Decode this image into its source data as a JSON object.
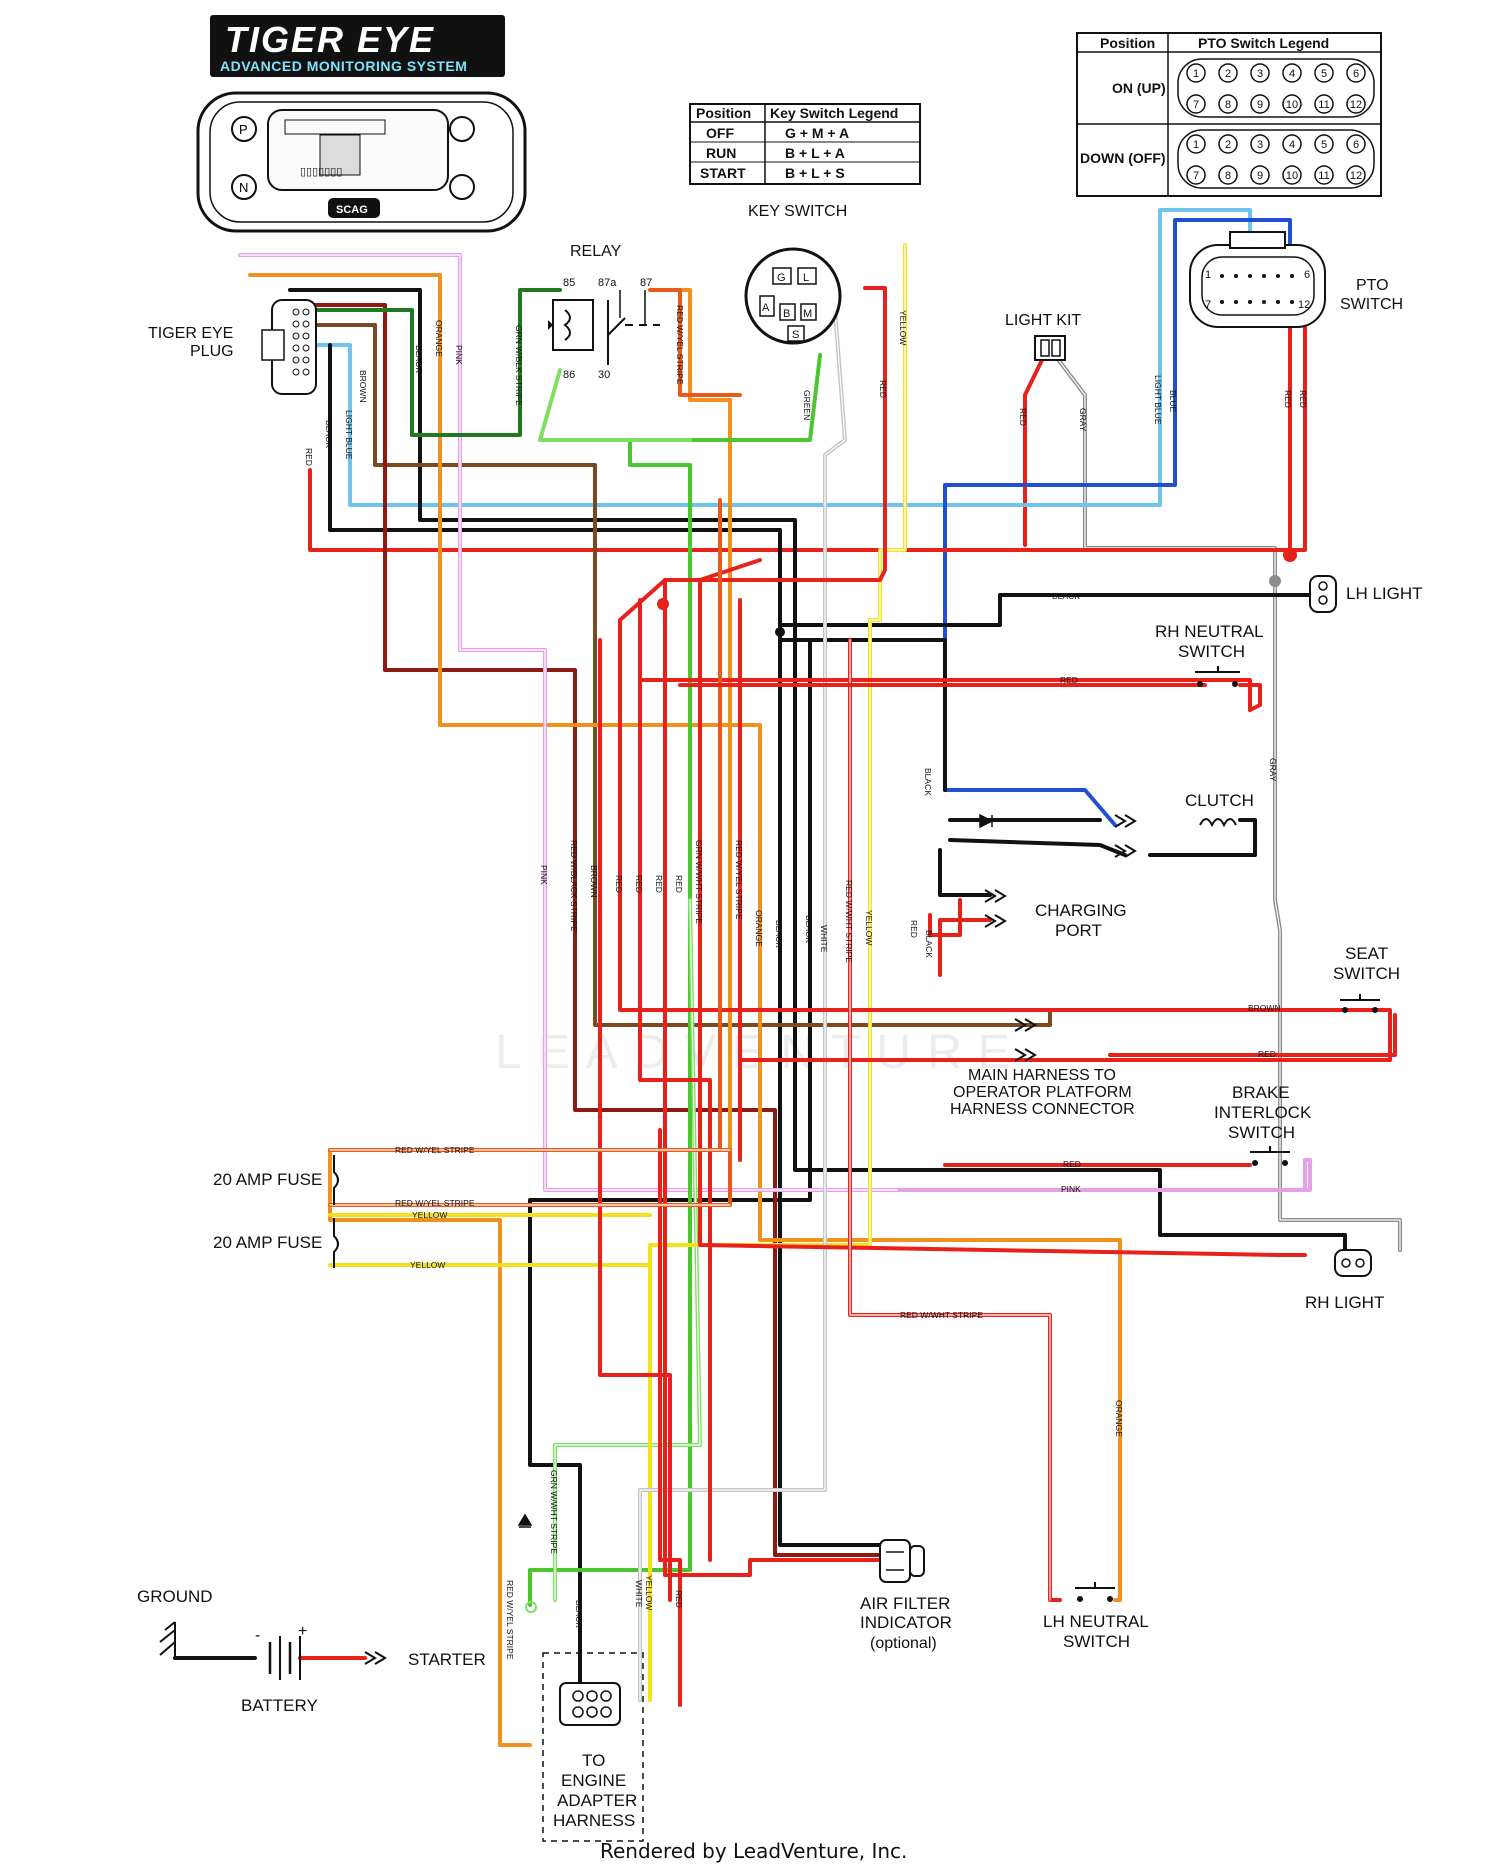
{
  "logo": {
    "title": "TIGER EYE",
    "subtitle": "ADVANCED MONITORING SYSTEM",
    "display_badge": "SCAG",
    "buttons": [
      "P",
      "N"
    ]
  },
  "key_switch_legend": {
    "headers": [
      "Position",
      "Key Switch Legend"
    ],
    "rows": [
      {
        "position": "OFF",
        "terminals": "G + M + A"
      },
      {
        "position": "RUN",
        "terminals": "B + L + A"
      },
      {
        "position": "START",
        "terminals": "B + L + S"
      }
    ]
  },
  "pto_switch_legend": {
    "headers": [
      "Position",
      "PTO Switch Legend"
    ],
    "rows": [
      {
        "position": "ON (UP)",
        "top_pins": [
          "1",
          "2",
          "3",
          "4",
          "5",
          "6"
        ],
        "bottom_pins": [
          "7",
          "8",
          "9",
          "10",
          "11",
          "12"
        ]
      },
      {
        "position": "DOWN (OFF)",
        "top_pins": [
          "1",
          "2",
          "3",
          "4",
          "5",
          "6"
        ],
        "bottom_pins": [
          "7",
          "8",
          "9",
          "10",
          "11",
          "12"
        ]
      }
    ]
  },
  "components": {
    "key_switch": "KEY SWITCH",
    "key_terminals": [
      "G",
      "L",
      "A",
      "B",
      "M",
      "S"
    ],
    "relay": "RELAY",
    "relay_pins": [
      "85",
      "87a",
      "87",
      "86",
      "30"
    ],
    "tiger_eye_plug": [
      "TIGER EYE",
      "PLUG"
    ],
    "light_kit": "LIGHT KIT",
    "pto_switch": [
      "PTO",
      "SWITCH"
    ],
    "pto_pins": [
      "1",
      "6",
      "7",
      "12"
    ],
    "lh_light": "LH LIGHT",
    "rh_neutral_switch": [
      "RH NEUTRAL",
      "SWITCH"
    ],
    "clutch": "CLUTCH",
    "charging_port": [
      "CHARGING",
      "PORT"
    ],
    "seat_switch": [
      "SEAT",
      "SWITCH"
    ],
    "main_harness": [
      "MAIN HARNESS TO",
      "OPERATOR PLATFORM",
      "HARNESS CONNECTOR"
    ],
    "brake_interlock_switch": [
      "BRAKE",
      "INTERLOCK",
      "SWITCH"
    ],
    "fuse_1": "20 AMP FUSE",
    "fuse_2": "20 AMP FUSE",
    "rh_light": "RH LIGHT",
    "ground": "GROUND",
    "battery": "BATTERY",
    "battery_terminals": [
      "-",
      "+"
    ],
    "starter": "STARTER",
    "air_filter": [
      "AIR FILTER",
      "INDICATOR",
      "(optional)"
    ],
    "lh_neutral_switch": [
      "LH NEUTRAL",
      "SWITCH"
    ],
    "engine_adapter": [
      "TO",
      "ENGINE",
      "ADAPTER",
      "HARNESS"
    ]
  },
  "wire_labels": {
    "black": "BLACK",
    "orange": "ORANGE",
    "pink": "PINK",
    "brown": "BROWN",
    "light_blue": "LIGHT BLUE",
    "red": "RED",
    "grn_blk": "GRN W/BLK STRIPE",
    "red_yel": "RED W/YEL STRIPE",
    "green": "GREEN",
    "yellow": "YELLOW",
    "gray": "GRAY",
    "blue": "BLUE",
    "red_blk": "RED W/BLACK STRIPE",
    "grn_wht": "GRN W/WHT STRIPE",
    "white": "WHITE",
    "red_wht": "RED W/WHT STRIPE"
  },
  "colors": {
    "red": "#e8221b",
    "dark_red": "#8b1a10",
    "black": "#111111",
    "orange": "#f0901e",
    "pink": "#e6a0e6",
    "brown": "#7a4a22",
    "light_blue": "#6ec4ee",
    "blue": "#2050d0",
    "green": "#4cc630",
    "grn_wht": "#7ee060",
    "dark_green": "#1f7a1f",
    "yellow": "#f2e21c",
    "gray": "#8c8c8c",
    "white_wire": "#c4c4c4"
  },
  "credit": "Rendered by LeadVenture, Inc.",
  "watermark": "LEADVENTURE"
}
